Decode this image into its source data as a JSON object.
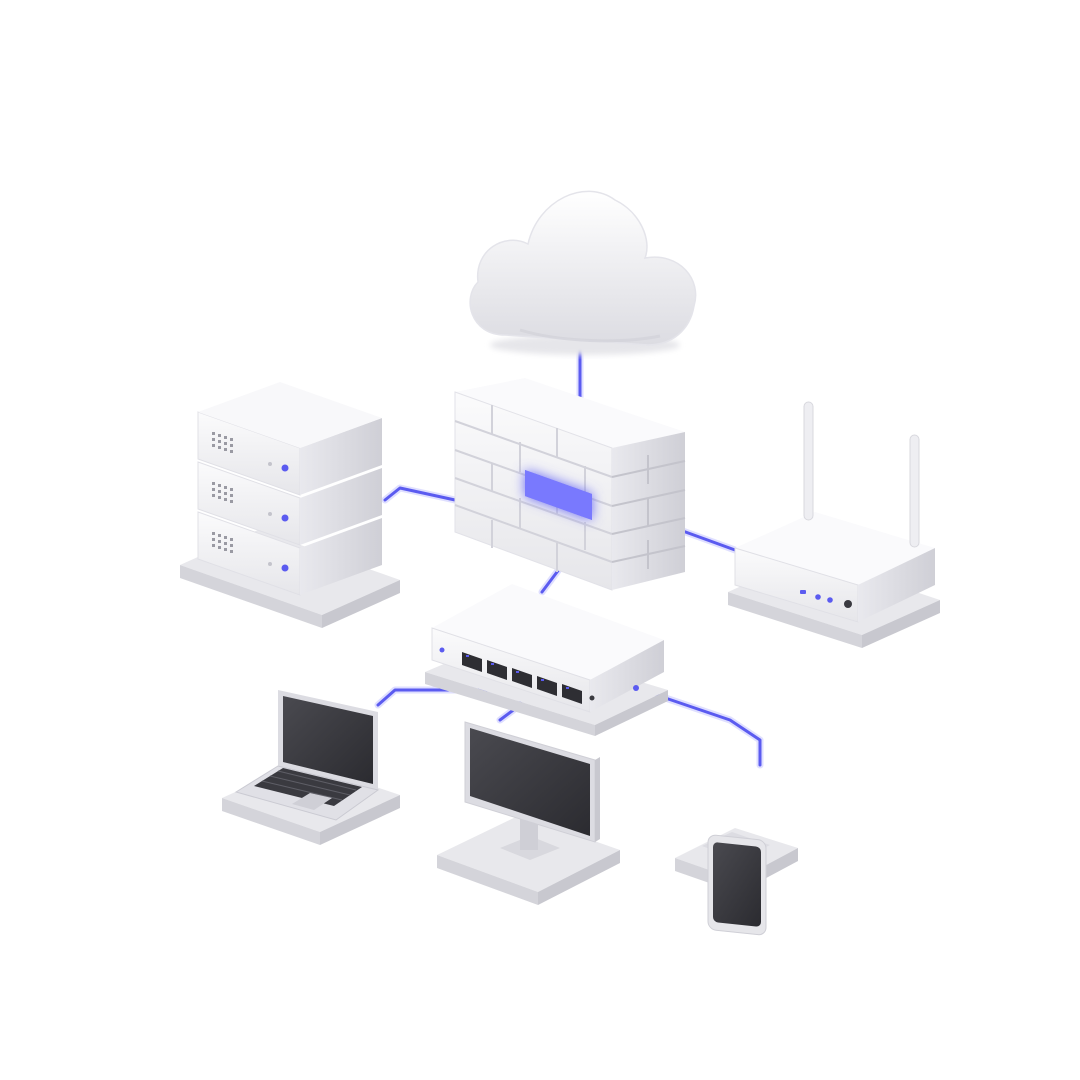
{
  "diagram": {
    "type": "network-topology",
    "style": "isometric-3d-render",
    "background": "#ffffff",
    "colors": {
      "device_body": "#f2f2f4",
      "device_shade": "#d9d9de",
      "accent": "#5b5bf0",
      "screen": "#3a3a3e"
    },
    "nodes": [
      {
        "id": "cloud",
        "icon": "cloud-icon"
      },
      {
        "id": "firewall",
        "icon": "firewall-icon"
      },
      {
        "id": "server-stack",
        "icon": "server-stack-icon"
      },
      {
        "id": "wifi-router",
        "icon": "wifi-router-icon"
      },
      {
        "id": "network-switch",
        "icon": "network-switch-icon"
      },
      {
        "id": "laptop",
        "icon": "laptop-icon"
      },
      {
        "id": "desktop-monitor",
        "icon": "monitor-icon"
      },
      {
        "id": "smartphone",
        "icon": "smartphone-icon"
      }
    ],
    "links": [
      {
        "from": "cloud",
        "to": "firewall"
      },
      {
        "from": "firewall",
        "to": "server-stack"
      },
      {
        "from": "firewall",
        "to": "wifi-router"
      },
      {
        "from": "firewall",
        "to": "network-switch"
      },
      {
        "from": "network-switch",
        "to": "laptop"
      },
      {
        "from": "network-switch",
        "to": "desktop-monitor"
      },
      {
        "from": "network-switch",
        "to": "smartphone"
      }
    ]
  }
}
